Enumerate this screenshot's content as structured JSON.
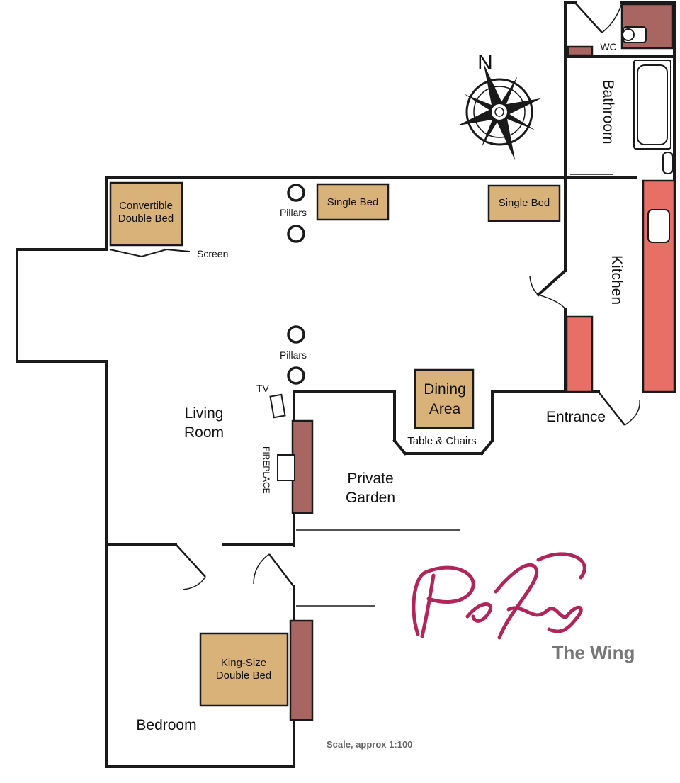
{
  "rooms": {
    "bathroom": "Bathroom",
    "wc": "WC",
    "kitchen": "Kitchen",
    "living_line1": "Living",
    "living_line2": "Room",
    "bedroom": "Bedroom",
    "entrance": "Entrance",
    "dining_line1": "Dining",
    "dining_line2": "Area",
    "garden_line1": "Private",
    "garden_line2": "Garden"
  },
  "furniture": {
    "convertible_line1": "Convertible",
    "convertible_line2": "Double Bed",
    "single_bed_1": "Single Bed",
    "single_bed_2": "Single Bed",
    "king_line1": "King-Size",
    "king_line2": "Double Bed",
    "table_chairs": "Table & Chairs"
  },
  "labels": {
    "pillars_top": "Pillars",
    "pillars_mid": "Pillars",
    "screen": "Screen",
    "tv": "TV",
    "fireplace": "FIREPLACE",
    "north": "N",
    "scale": "Scale, approx 1:100"
  },
  "brand": {
    "logo_text": "Pekes",
    "subtitle": "The Wing",
    "logo_color": "#b0265a"
  },
  "colors": {
    "bed": "#d9b27a",
    "counter": "#e86f66",
    "brick": "#a86562"
  }
}
